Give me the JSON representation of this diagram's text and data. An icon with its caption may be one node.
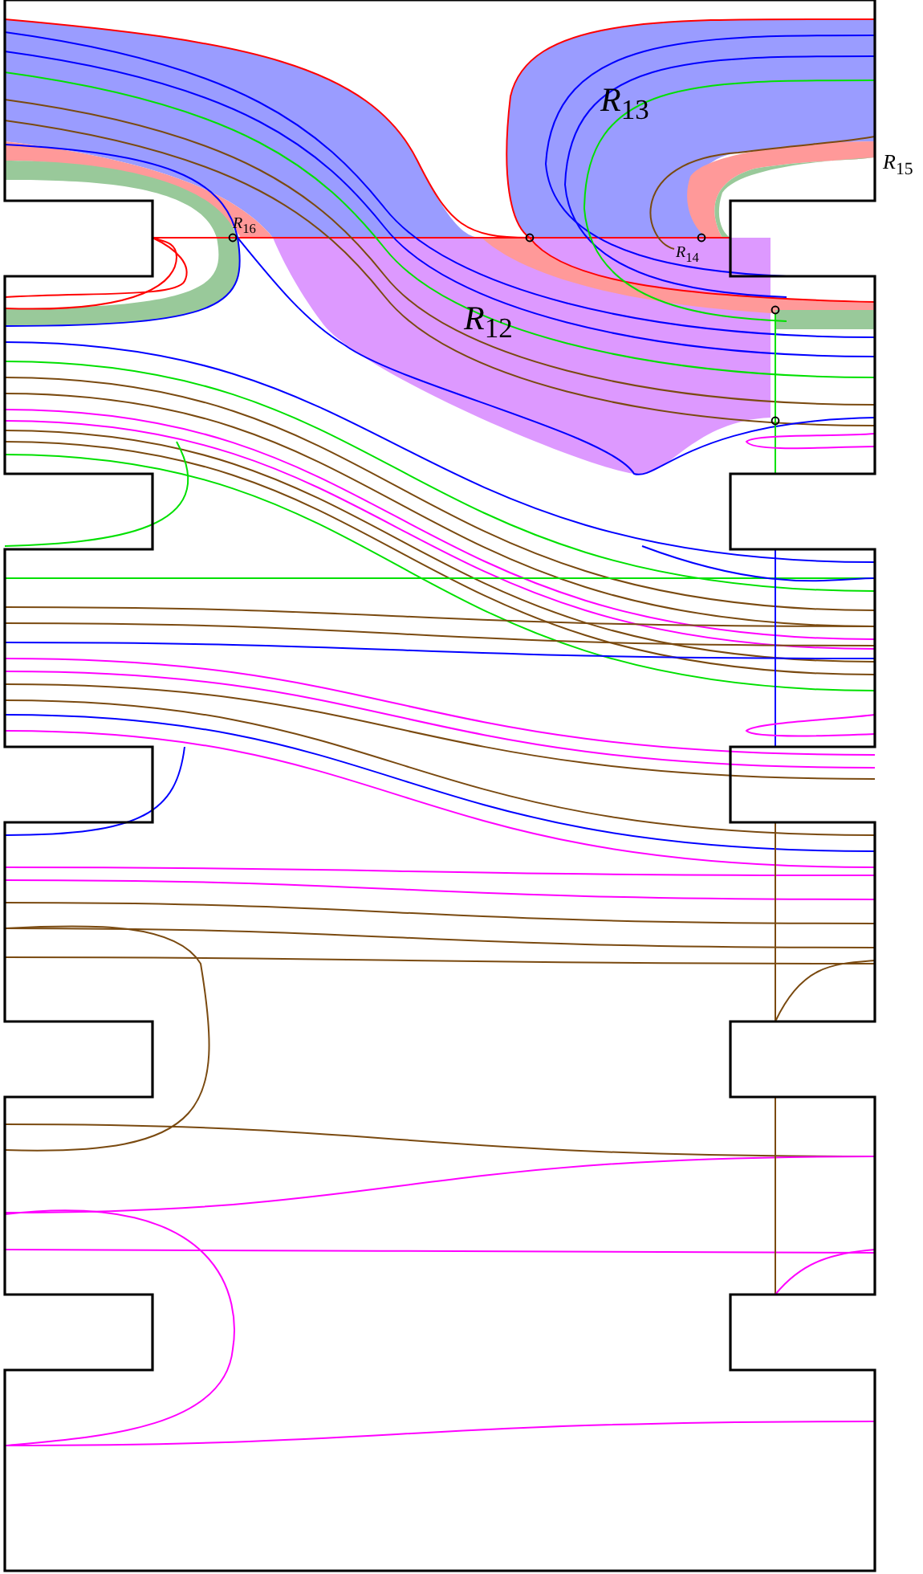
{
  "diagram": {
    "labels": [
      "*R*$_{13}$",
      "*R*$_{15}$",
      "*R*$_{16}$",
      "*R*$_{14}$",
      "*R*$_{12}$"
    ]
  }
}
